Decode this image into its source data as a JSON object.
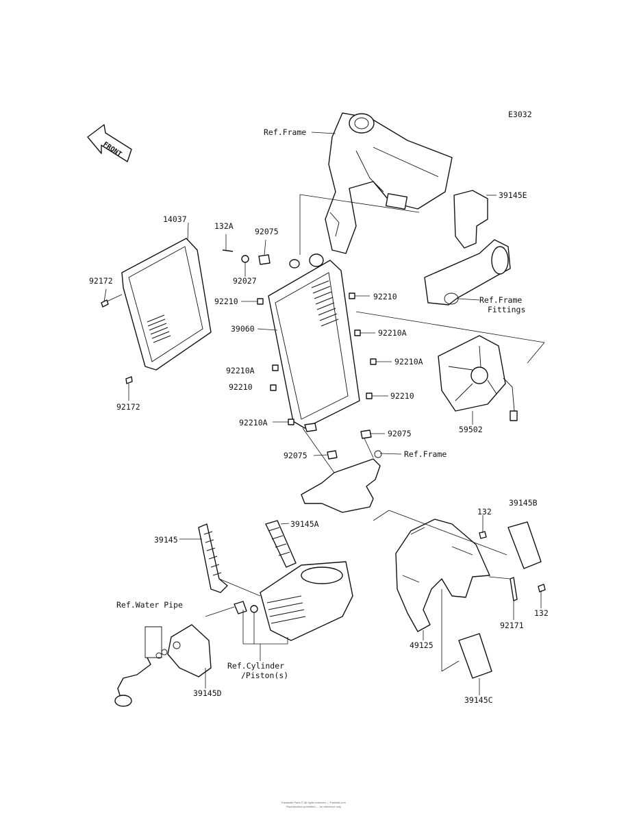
{
  "diagram_code": "E3032",
  "front_arrow_label": "FRONT",
  "watermark": "Partzilla.com",
  "footer_lines": [
    "Kawasaki Parts © All rights reserved — Partzilla.com",
    "Reproduction prohibited — for reference only"
  ],
  "labels": {
    "ref_frame_top": "Ref.Frame",
    "p39145E": "39145E",
    "ref_frame_fittings_1": "Ref.Frame",
    "ref_frame_fittings_2": "Fittings",
    "p14037": "14037",
    "p132A": "132A",
    "p92075_top": "92075",
    "p92027": "92027",
    "p92172_top": "92172",
    "p92172_bottom": "92172",
    "p92210_left": "92210",
    "p92210_right_top": "92210",
    "p39060": "39060",
    "p92210A_right_top": "92210A",
    "p92210A_right_mid": "92210A",
    "p92210A_left": "92210A",
    "p92210_left_mid": "92210",
    "p92210_right_mid": "92210",
    "p92210A_left_bottom": "92210A",
    "p59502": "59502",
    "p92075_right": "92075",
    "p92075_left": "92075",
    "ref_frame_mid": "Ref.Frame",
    "p39145B": "39145B",
    "p132_top": "132",
    "p132_bottom": "132",
    "p39145": "39145",
    "p39145A": "39145A",
    "ref_water_pipe": "Ref.Water Pipe",
    "ref_cylinder_1": "Ref.Cylinder",
    "ref_cylinder_2": "/Piston(s)",
    "p39145D": "39145D",
    "p49125": "49125",
    "p92171": "92171",
    "p39145C": "39145C"
  }
}
